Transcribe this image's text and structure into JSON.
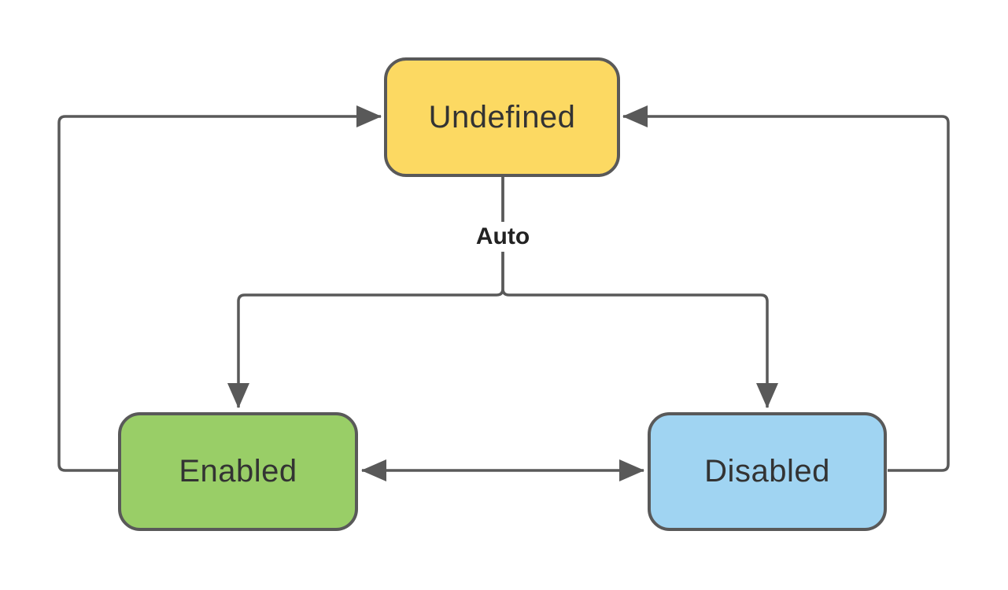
{
  "diagram": {
    "type": "state-diagram",
    "background_color": "#ffffff",
    "line_color": "#595959",
    "text_color": "#333333",
    "states": {
      "undefined": {
        "label": "Undefined",
        "fill": "#FCD962"
      },
      "enabled": {
        "label": "Enabled",
        "fill": "#99CE67"
      },
      "disabled": {
        "label": "Disabled",
        "fill": "#A0D4F2"
      }
    },
    "labels": {
      "auto": "Auto"
    },
    "transitions": [
      {
        "from": "Undefined",
        "to": "Enabled",
        "label": "Auto"
      },
      {
        "from": "Undefined",
        "to": "Disabled",
        "label": "Auto"
      },
      {
        "from": "Enabled",
        "to": "Disabled",
        "label": ""
      },
      {
        "from": "Disabled",
        "to": "Enabled",
        "label": ""
      },
      {
        "from": "Enabled",
        "to": "Undefined",
        "label": ""
      },
      {
        "from": "Disabled",
        "to": "Undefined",
        "label": ""
      }
    ]
  }
}
